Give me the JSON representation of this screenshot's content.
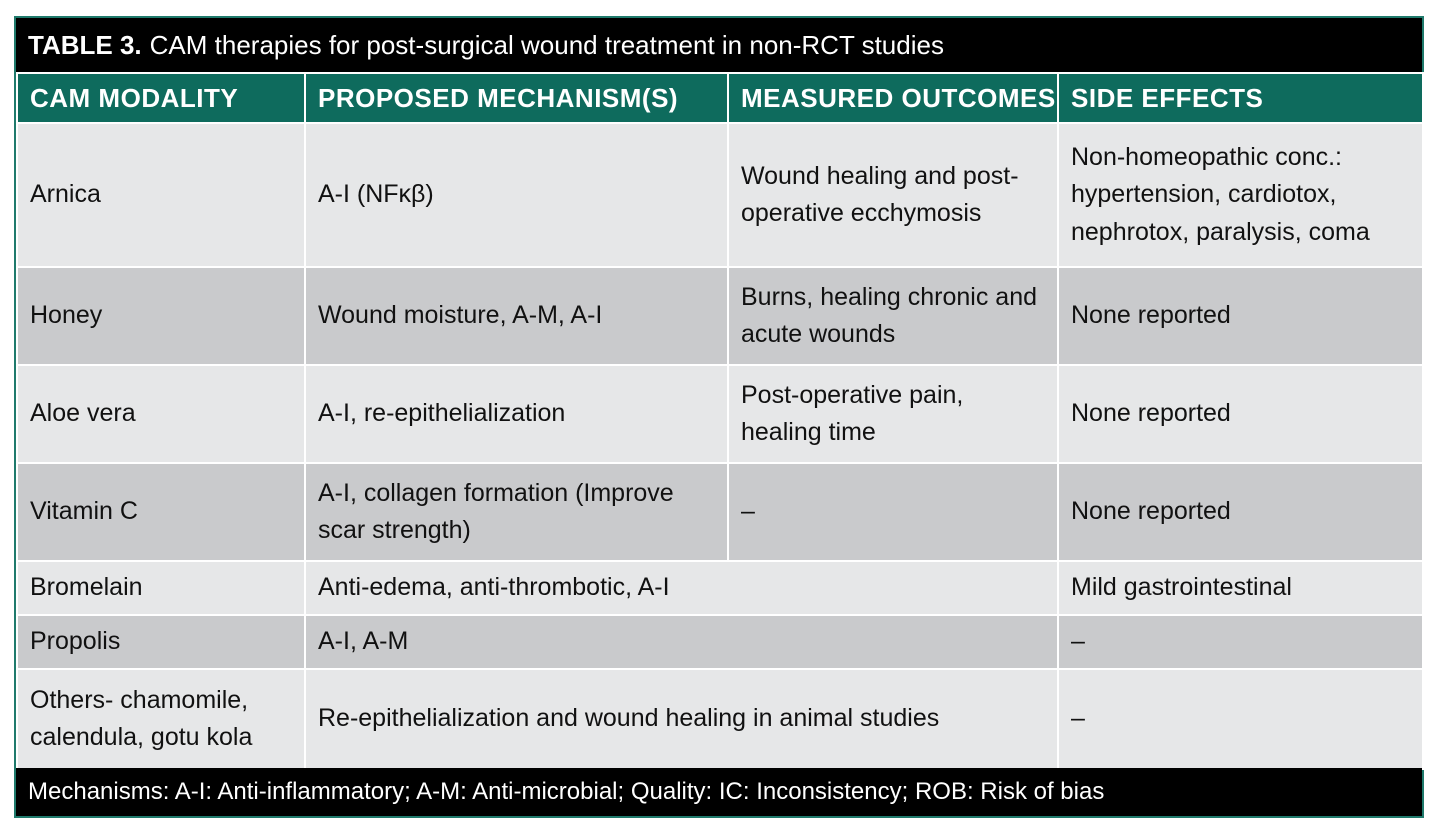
{
  "title": {
    "label": "TABLE 3.",
    "text": "CAM therapies for post-surgical wound treatment in non-RCT studies"
  },
  "columns": [
    "CAM MODALITY",
    "PROPOSED MECHANISM(S)",
    "MEASURED OUTCOMES",
    "SIDE EFFECTS"
  ],
  "rows": [
    {
      "modality": "Arnica",
      "mechanism": "A-I (NFκβ)",
      "outcomes": "Wound healing and post-operative ecchymosis",
      "side_effects": "Non-homeopathic conc.: hypertension, cardiotox, nephrotox, paralysis, coma"
    },
    {
      "modality": "Honey",
      "mechanism": "Wound moisture, A-M, A-I",
      "outcomes": "Burns, healing chronic and acute wounds",
      "side_effects": "None reported"
    },
    {
      "modality": "Aloe vera",
      "mechanism": "A-I, re-epithelialization",
      "outcomes": "Post-operative pain, healing time",
      "side_effects": "None reported"
    },
    {
      "modality": "Vitamin C",
      "mechanism": "A-I, collagen formation (Improve scar strength)",
      "outcomes": "–",
      "side_effects": "None reported"
    },
    {
      "modality": "Bromelain",
      "mechanism_outcomes": "Anti-edema, anti-thrombotic, A-I",
      "side_effects": "Mild gastrointestinal"
    },
    {
      "modality": "Propolis",
      "mechanism_outcomes": "A-I, A-M",
      "side_effects": "–"
    },
    {
      "modality": "Others- chamomile, calendula, gotu kola",
      "mechanism_outcomes": "Re-epithelialization and wound healing in animal studies",
      "side_effects": "–"
    }
  ],
  "footnote": "Mechanisms: A-I: Anti-inflammatory; A-M: Anti-microbial; Quality: IC: Inconsistency; ROB: Risk of bias",
  "colors": {
    "header_bg": "#0e6b5d",
    "border": "#1f7a6c",
    "row_light": "#e6e7e8",
    "row_dark": "#c9cacc",
    "title_bg": "#000000"
  }
}
